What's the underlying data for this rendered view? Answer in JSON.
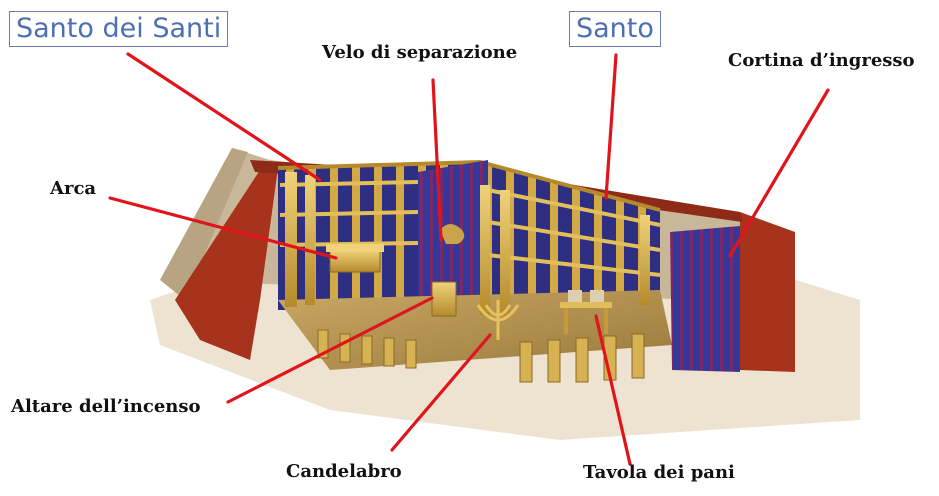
{
  "labels": {
    "holy_of_holies": "Santo dei Santi",
    "holy_place": "Santo",
    "veil": "Velo di separazione",
    "entrance_curtain": "Cortina d’ingresso",
    "ark": "Arca",
    "incense_altar": "Altare dell’incenso",
    "lampstand": "Candelabro",
    "showbread_table": "Tavola dei pani"
  },
  "colors": {
    "pointer": "#e0141a",
    "title_text": "#4f6fb3",
    "title_border": "#6d7fb0",
    "gold": "#d9b34a",
    "curtain_blue": "#3a3f9a",
    "red_cover": "#a8331d",
    "tent_cover": "#c9b79a"
  }
}
